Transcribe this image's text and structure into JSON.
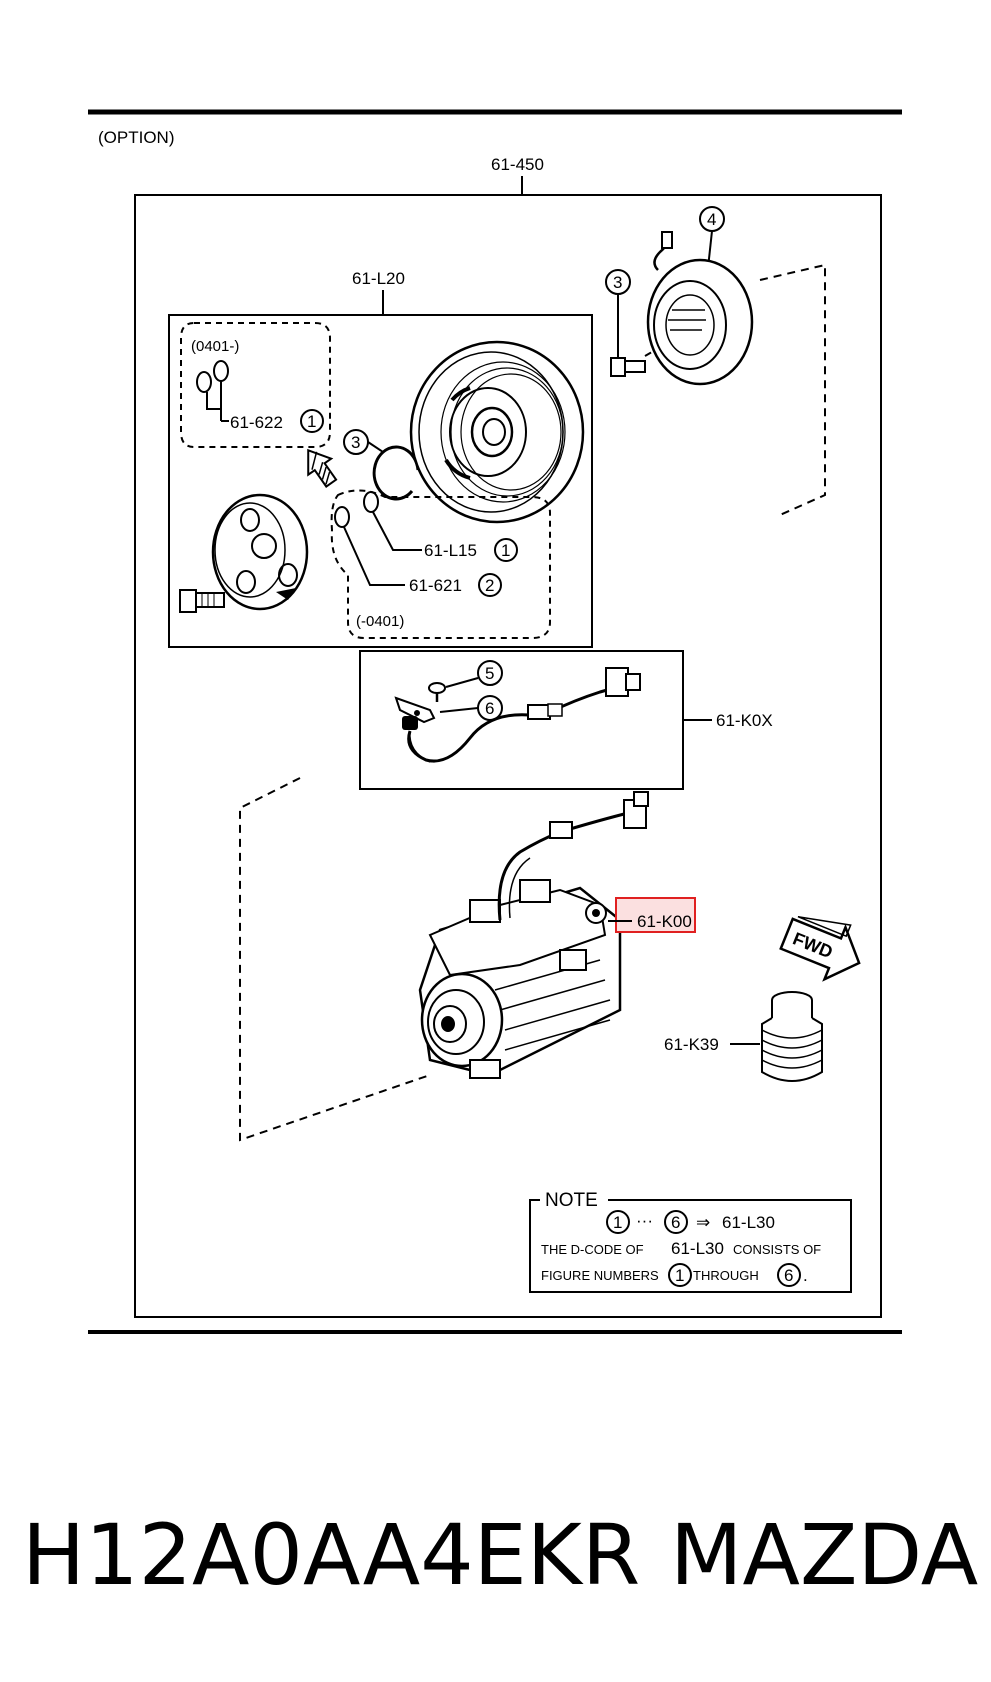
{
  "header": {
    "option_label": "(OPTION)"
  },
  "assembly": {
    "main_code": "61-450"
  },
  "pulley_group": {
    "code": "61-L20",
    "date_from": "(0401-)",
    "date_to": "(-0401)",
    "part_622": "61-622",
    "part_622_ref": "1",
    "part_l15": "61-L15",
    "part_l15_ref": "1",
    "part_621": "61-621",
    "part_621_ref": "2",
    "snap_ring_ref": "3"
  },
  "coil_group": {
    "bolt_ref": "3",
    "coil_ref": "4"
  },
  "harness_group": {
    "code": "61-K0X",
    "screw_ref": "5",
    "clamp_ref": "6"
  },
  "compressor": {
    "code": "61-K00"
  },
  "filter": {
    "code": "61-K39"
  },
  "fwd_arrow": {
    "label": "FWD"
  },
  "note": {
    "title": "NOTE",
    "range_from": "1",
    "range_dots": "···",
    "range_to": "6",
    "arrow": "⇒",
    "target": "61-L30",
    "line2_prefix": "THE D-CODE OF",
    "line2_code": "61-L30",
    "line2_suffix": "CONSISTS OF",
    "line3_prefix": "FIGURE NUMBERS",
    "line3_from": "1",
    "line3_mid": "THROUGH",
    "line3_to": "6",
    "line3_end": "."
  },
  "caption": {
    "part_number": "H12A0AA4EKR",
    "brand": "MAZDA"
  },
  "colors": {
    "highlight": "#e02020",
    "highlight_fill": "#fbe0e0",
    "ink": "#000000"
  }
}
